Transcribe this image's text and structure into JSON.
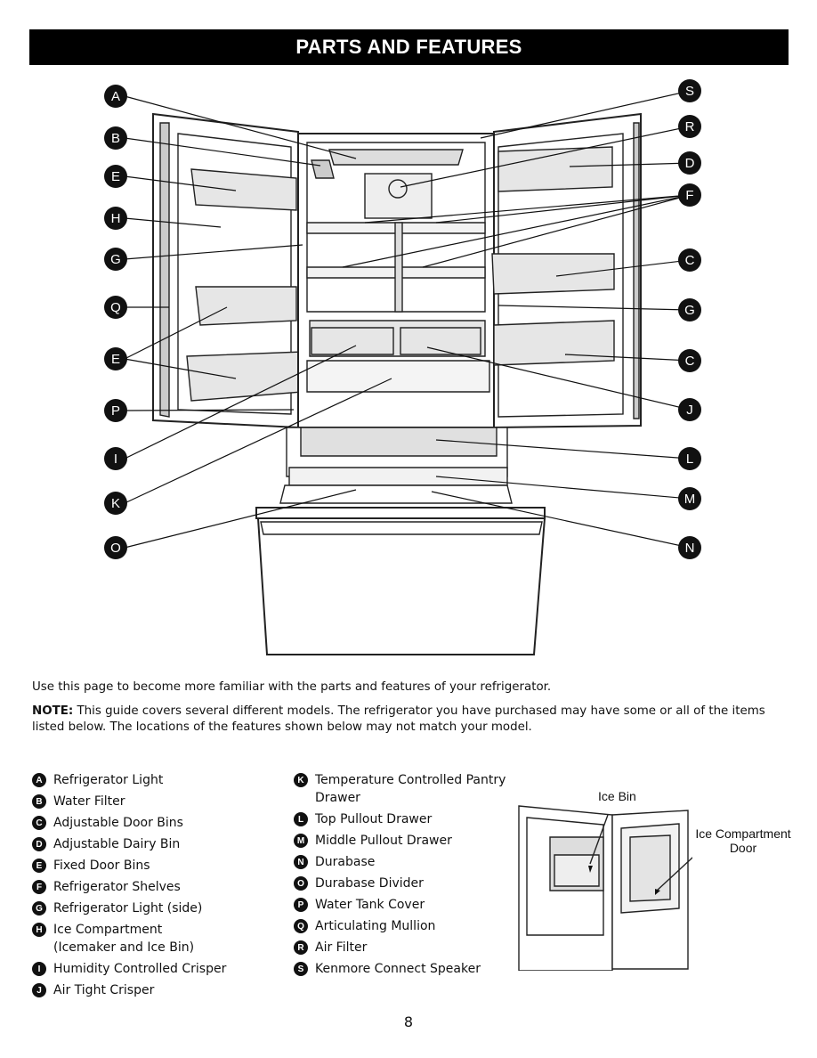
{
  "header": {
    "title": "PARTS AND FEATURES"
  },
  "callouts": {
    "A": "A",
    "B": "B",
    "E": "E",
    "H": "H",
    "G": "G",
    "Q": "Q",
    "P": "P",
    "I": "I",
    "K": "K",
    "O": "O",
    "S": "S",
    "R": "R",
    "D": "D",
    "F": "F",
    "C": "C",
    "J": "J",
    "L": "L",
    "M": "M",
    "N": "N"
  },
  "intro": "Use this page to become more familiar with the parts and features of your refrigerator.",
  "note": {
    "label": "NOTE:",
    "text": " This guide covers several different models. The refrigerator you have purchased may have some or all of the items listed below. The locations of the features shown below may not match your model."
  },
  "legend_left": [
    {
      "letter": "A",
      "text": "Refrigerator Light"
    },
    {
      "letter": "B",
      "text": "Water Filter"
    },
    {
      "letter": "C",
      "text": "Adjustable Door Bins"
    },
    {
      "letter": "D",
      "text": "Adjustable Dairy Bin"
    },
    {
      "letter": "E",
      "text": "Fixed Door Bins"
    },
    {
      "letter": "F",
      "text": "Refrigerator Shelves"
    },
    {
      "letter": "G",
      "text": "Refrigerator Light (side)"
    },
    {
      "letter": "H",
      "text": "Ice Compartment\n(Icemaker and Ice Bin)"
    },
    {
      "letter": "I",
      "text": "Humidity Controlled Crisper"
    },
    {
      "letter": "J",
      "text": "Air Tight Crisper"
    }
  ],
  "legend_right": [
    {
      "letter": "K",
      "text": "Temperature Controlled Pantry\nDrawer"
    },
    {
      "letter": "L",
      "text": "Top Pullout Drawer"
    },
    {
      "letter": "M",
      "text": "Middle Pullout Drawer"
    },
    {
      "letter": "N",
      "text": "Durabase"
    },
    {
      "letter": "O",
      "text": "Durabase Divider"
    },
    {
      "letter": "P",
      "text": "Water Tank Cover"
    },
    {
      "letter": "Q",
      "text": "Articulating Mullion"
    },
    {
      "letter": "R",
      "text": "Air Filter"
    },
    {
      "letter": "S",
      "text": "Kenmore Connect Speaker"
    }
  ],
  "inset": {
    "ice_bin": "Ice Bin",
    "ice_door_1": "Ice Compartment",
    "ice_door_2": "Door"
  },
  "page_number": "8"
}
